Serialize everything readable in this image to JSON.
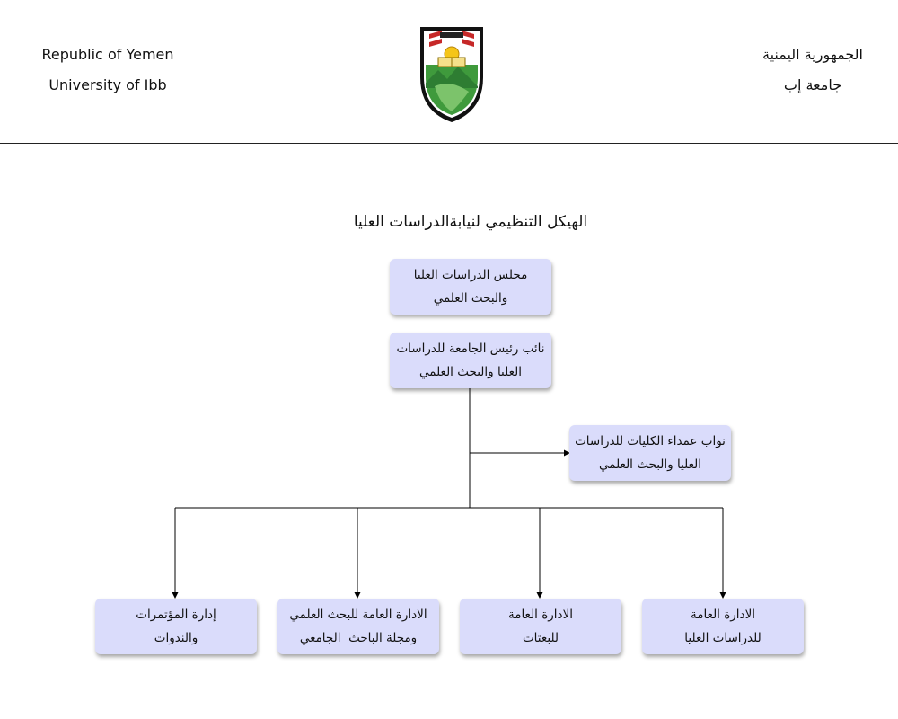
{
  "header": {
    "left_line1": "Republic of Yemen",
    "left_line2": "University of Ibb",
    "right_line1": "الجمهورية اليمنية",
    "right_line2": "جامعة إب"
  },
  "title": "الهيكل التنظيمي لنيابةالدراسات العليا",
  "nodes": {
    "council": {
      "line1": "مجلس الدراسات العليا",
      "line2": "والبحث العلمي"
    },
    "vice_president": {
      "line1": "نائب رئيس الجامعة للدراسات",
      "line2": "العليا والبحث العلمي"
    },
    "deans_deputies": {
      "line1": "نواب عمداء الكليات للدراسات",
      "line2": "العليا والبحث العلمي"
    },
    "postgraduate_admin": {
      "line1": "الادارة العامة",
      "line2": "للدراسات العليا"
    },
    "scholarships_admin": {
      "line1": "الادارة العامة",
      "line2": "للبعثات"
    },
    "research_admin": {
      "line1": "الادارة العامة للبحث العلمي",
      "line2": "ومجلة الباحث  الجامعي"
    },
    "conferences_admin": {
      "line1": "إدارة المؤتمرات",
      "line2": "والندوات"
    }
  },
  "colors": {
    "node_fill": "#dadcfb",
    "connector": "#000000"
  },
  "icons": {
    "logo": "university-of-ibb-emblem"
  }
}
